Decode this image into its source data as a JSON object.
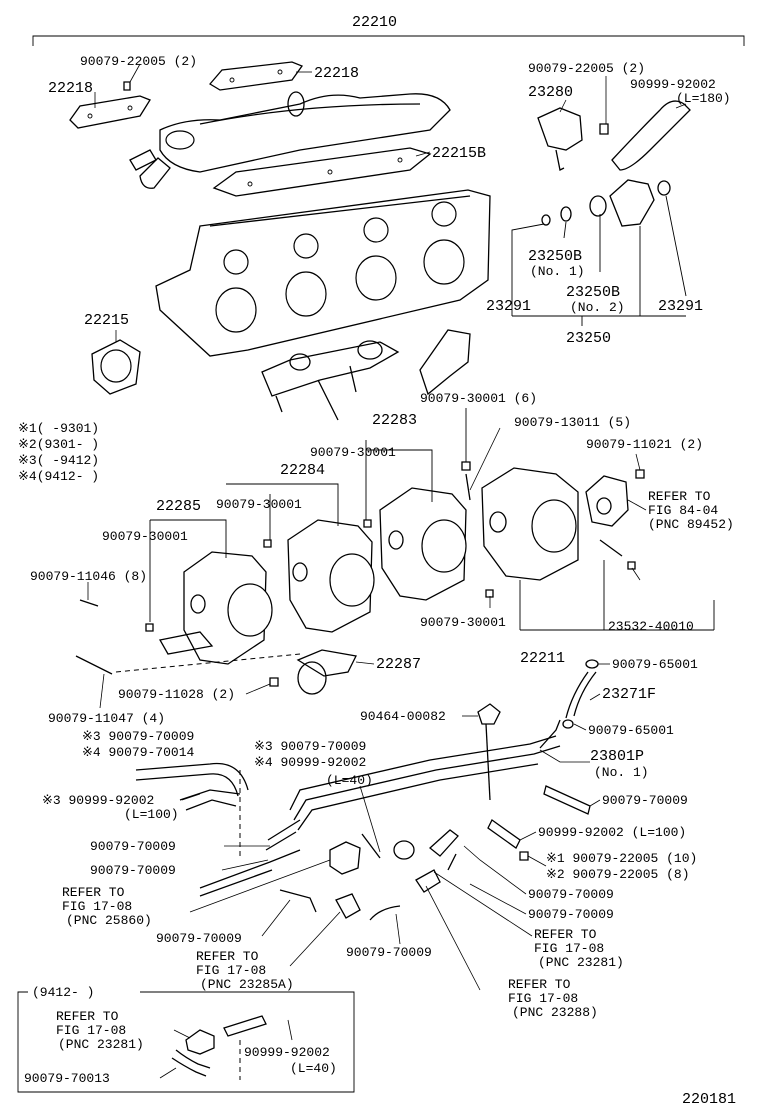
{
  "labels": {
    "assembly": "22210",
    "upper_screw": "90079-22005 (2)",
    "cover_left": "22218",
    "cover_right": "22218",
    "upper_gasket": "22215B",
    "valve_part": "23280",
    "valve_screw": "90079-22005 (2)",
    "hose_top": "90999-92002",
    "hose_top_len": "(L=180)",
    "inj_gasket_1": "23250B",
    "inj_gasket_1_no": "(No. 1)",
    "inj_gasket_2": "23250B",
    "inj_gasket_2_no": "(No. 2)",
    "oring_left": "23291",
    "oring_right": "23291",
    "injector": "23250",
    "side_gasket": "22215",
    "vc1": "※1(      -9301)",
    "vc2": "※2(9301-      )",
    "vc3": "※3(      -9412)",
    "vc4": "※4(9412-      )",
    "nut_upper_a": "90079-30001 (6)",
    "stud": "90079-13011 (5)",
    "tb_22283": "22283",
    "nut_22283": "90079-30001",
    "bolt_sensor": "90079-11021 (2)",
    "refer_sensor_1": "REFER TO",
    "refer_sensor_2": "FIG 84-04",
    "refer_sensor_3": "(PNC 89452)",
    "tb_22284": "22284",
    "tb_22285": "22285",
    "nut_22284": "90079-30001",
    "nut_22285": "90079-30001",
    "bolt_11046": "90079-11046 (8)",
    "nut_lower": "90079-30001",
    "screw_40010": "23532-40010",
    "tb_22211": "22211",
    "bolt_11028": "90079-11028 (2)",
    "cam_22287": "22287",
    "bolt_11047": "90079-11047 (4)",
    "clip_65001_a": "90079-65001",
    "hose_23271f": "23271F",
    "clip_65001_b": "90079-65001",
    "clamp_00082": "90464-00082",
    "hose_23801p": "23801P",
    "hose_23801p_no": "(No. 1)",
    "c3_70009_a": "※3 90079-70009",
    "c4_70014": "※4 90079-70014",
    "c3_70009_b": "※3 90079-70009",
    "c4_92002": "※4 90999-92002",
    "l40_a": "(L=40)",
    "c3_92002": "※3 90999-92002",
    "l100_a": "(L=100)",
    "clip_70009_r1": "90079-70009",
    "clip_70009_l1": "90079-70009",
    "hose_92002_r": "90999-92002 (L=100)",
    "clip_70009_l2": "90079-70009",
    "screw_c1": "※1 90079-22005 (10)",
    "screw_c2": "※2 90079-22005 (8)",
    "refer_25860_1": "REFER TO",
    "refer_25860_2": "FIG 17-08",
    "refer_25860_3": "(PNC 25860)",
    "clip_70009_r2": "90079-70009",
    "clip_70009_r3": "90079-70009",
    "clip_70009_l3": "90079-70009",
    "refer_23281_1": "REFER TO",
    "refer_23281_2": "FIG 17-08",
    "refer_23281_3": "(PNC 23281)",
    "refer_23285a_1": "REFER TO",
    "refer_23285a_2": "FIG 17-08",
    "refer_23285a_3": "(PNC 23285A)",
    "clip_70009_c": "90079-70009",
    "refer_23288_1": "REFER TO",
    "refer_23288_2": "FIG 17-08",
    "refer_23288_3": "(PNC 23288)",
    "inset_date": "(9412-      )",
    "inset_refer_1": "REFER TO",
    "inset_refer_2": "FIG 17-08",
    "inset_refer_3": "(PNC 23281)",
    "inset_hose": "90999-92002",
    "inset_hose_len": "(L=40)",
    "inset_clip": "90079-70013",
    "figure_id": "220181"
  }
}
